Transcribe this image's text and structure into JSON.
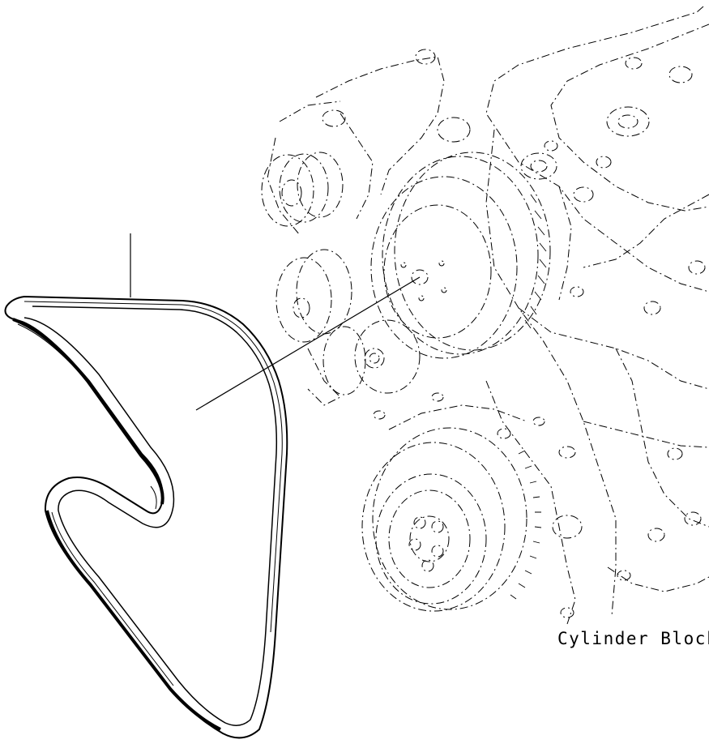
{
  "diagram": {
    "title": "",
    "labels": {
      "cylinder_block": "Cylinder Block"
    },
    "parts": [
      {
        "name": "fan-belt",
        "style": "solid"
      },
      {
        "name": "cylinder-block",
        "style": "dash-dot"
      },
      {
        "name": "water-pump-pulley",
        "style": "dash-dot"
      },
      {
        "name": "crankshaft-pulley-damper",
        "style": "dash-dot"
      },
      {
        "name": "alternator-pulley",
        "style": "dash-dot"
      },
      {
        "name": "belt-tensioner",
        "style": "dash-dot"
      },
      {
        "name": "idler-pulley",
        "style": "dash-dot"
      }
    ]
  }
}
